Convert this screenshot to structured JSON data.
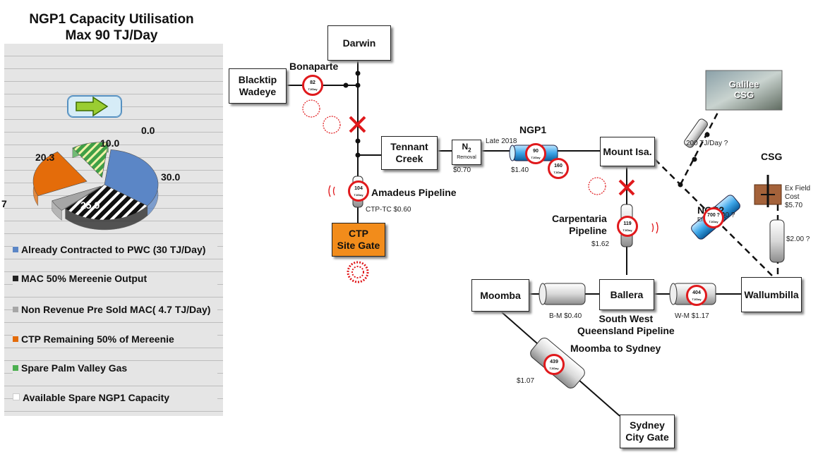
{
  "capacity_panel": {
    "title_line1": "NGP1 Capacity Utilisation",
    "title_line2": "Max 90 TJ/Day",
    "chart_data": {
      "type": "pie",
      "slices": [
        {
          "label": "Already Contracted to PWC  (30 TJ/Day)",
          "value": 30.0,
          "color": "#5b86c6"
        },
        {
          "label": "MAC 50% Mereenie Output",
          "value": 25.0,
          "color": "#222222"
        },
        {
          "label": "Non Revenue Pre Sold  MAC( 4.7 TJ/Day)",
          "value": 4.7,
          "color": "#a6a6a6"
        },
        {
          "label": "CTP Remaining 50% of Mereenie",
          "value": 20.3,
          "color": "#e46c0a"
        },
        {
          "label": "Spare Palm Valley  Gas",
          "value": 10.0,
          "color": "#4caf50"
        },
        {
          "label": "Available Spare NGP1 Capacity",
          "value": 0.0,
          "color": "#ffffff"
        }
      ],
      "data_labels": [
        "30.0",
        "25.0",
        "7",
        "20.3",
        "10.0",
        "0.0"
      ]
    },
    "legend": [
      {
        "label": "Already Contracted to PWC  (30 TJ/Day)",
        "color": "#5b86c6"
      },
      {
        "label": "MAC 50% Mereenie Output",
        "color": "#222222"
      },
      {
        "label": "Non Revenue Pre Sold  MAC( 4.7 TJ/Day)",
        "color": "#a6a6a6"
      },
      {
        "label": "CTP Remaining 50% of Mereenie",
        "color": "#e46c0a"
      },
      {
        "label": "Spare Palm Valley  Gas",
        "color": "#4caf50"
      },
      {
        "label": "Available Spare NGP1 Capacity",
        "color": "#ffffff"
      }
    ]
  },
  "network": {
    "nodes": {
      "darwin": "Darwin",
      "blacktip": "Blacktip\nWadeye",
      "tennant": "Tennant\nCreek",
      "n2": "N",
      "n2_sub": "2",
      "n2_removal": "Removal",
      "mount_isa": "Mount Isa.",
      "ctp": "CTP\nSite Gate",
      "moomba": "Moomba",
      "ballera": "Ballera",
      "wallumbilla": "Wallumbilla",
      "sydney": "Sydney\nCity Gate",
      "galilee": "Galilee\nCSG"
    },
    "labels": {
      "bonaparte": "Bonaparte",
      "ngp1": "NGP1",
      "late2018": "Late 2018",
      "amadeus": "Amadeus Pipeline",
      "ctp_tc": "CTP-TC $0.60",
      "n2_cost": "$0.70",
      "ngp1_cost": "$1.40",
      "carpentaria": "Carpentaria\nPipeline",
      "carp_cost": "$1.62",
      "ngp2": "NGP2",
      "ngp2_end": "End 2022 ?",
      "ngp2_cost": "$2.00 ?",
      "csg": "CSG",
      "ex_field": "Ex Field\nCost\n$5.70",
      "csg_pipe_cost": "$2.00 ?",
      "galilee_flow": "200 TJ/Day ?",
      "swqp": "South West\nQueensland Pipeline",
      "bm": "B-M $0.40",
      "wm": "W-M $1.17",
      "msp": "Moomba to Sydney",
      "msp_cost": "$1.07"
    },
    "capacities": {
      "bonaparte": "82",
      "amadeus": "104",
      "ngp1_a": "90",
      "ngp1_b": "160",
      "carpentaria": "119",
      "ngp2": "700 ?",
      "swqp": "404",
      "msp": "439",
      "unit": "TJ/Day"
    }
  }
}
